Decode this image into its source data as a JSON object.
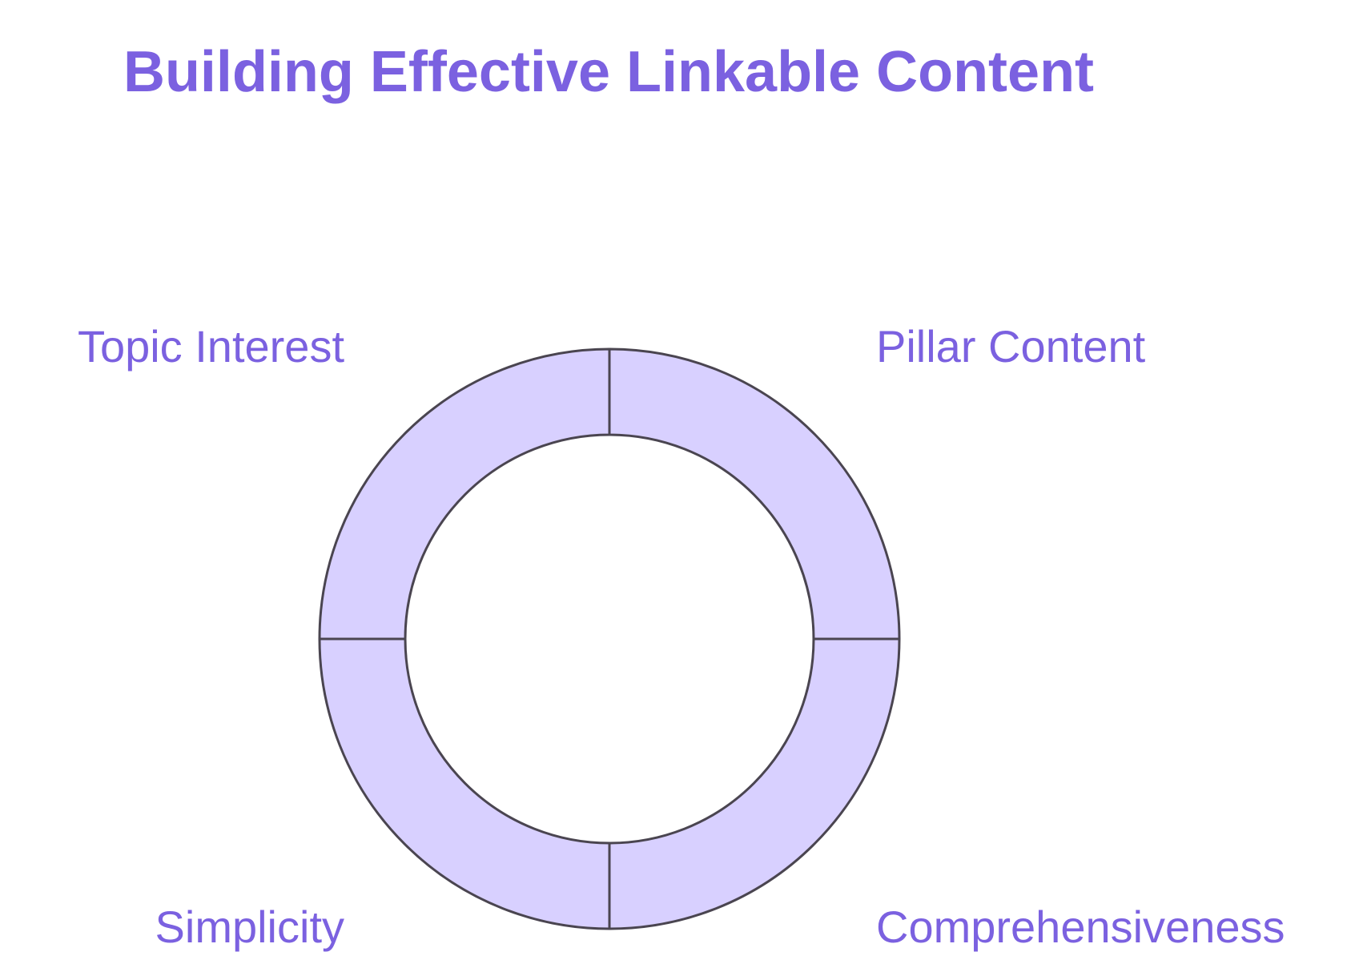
{
  "title": "Building Effective Linkable Content",
  "colors": {
    "accent": "#7B61E0",
    "segment_fill": "#D8D0FF",
    "stroke": "#4A4550",
    "background": "#FFFFFF"
  },
  "diagram": {
    "segments": [
      {
        "label": "Pillar Content",
        "quadrant": "top-right"
      },
      {
        "label": "Comprehensiveness",
        "quadrant": "bottom-right"
      },
      {
        "label": "Simplicity",
        "quadrant": "bottom-left"
      },
      {
        "label": "Topic Interest",
        "quadrant": "top-left"
      }
    ]
  }
}
